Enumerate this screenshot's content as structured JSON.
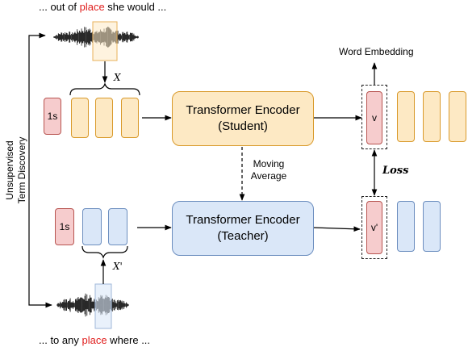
{
  "top_sentence": {
    "prefix": "... out of ",
    "highlight": "place",
    "suffix": " she would ..."
  },
  "bottom_sentence": {
    "prefix": "... to any ",
    "highlight": "place",
    "suffix": " where ..."
  },
  "side_label": {
    "line1": "Unsupervised",
    "line2": "Term Discovery"
  },
  "x_label": "X",
  "x_prime_label": "X'",
  "student_encoder": {
    "line1": "Transformer Encoder",
    "line2": "(Student)"
  },
  "teacher_encoder": {
    "line1": "Transformer Encoder",
    "line2": "(Teacher)"
  },
  "moving_average": {
    "line1": "Moving",
    "line2": "Average"
  },
  "word_embedding_label": "Word Embedding",
  "loss_label": "Loss",
  "student_special_token": "1s",
  "teacher_special_token": "1s",
  "student_output_token": "v",
  "teacher_output_token": "v'",
  "colors": {
    "highlight": "#e0201f",
    "orange_fill": "#fde9c4",
    "orange_stroke": "#d99a2b",
    "blue_fill": "#dae7f8",
    "blue_stroke": "#6c8ebf",
    "red_fill": "#f6cccd",
    "red_stroke": "#b85450"
  }
}
